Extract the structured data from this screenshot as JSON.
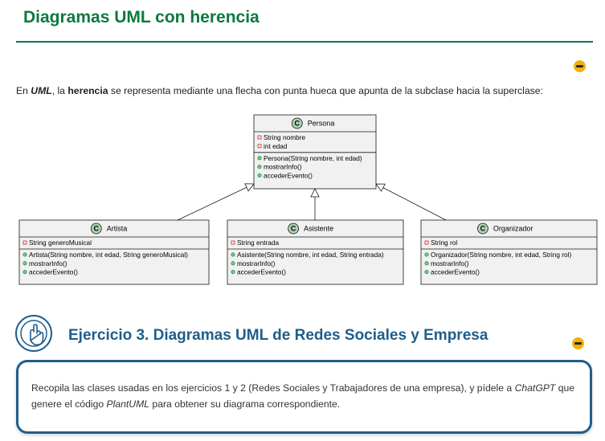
{
  "page": {
    "title": "Diagramas UML con herencia",
    "intro_prefix": "En ",
    "intro_uml": "UML",
    "intro_mid": ", la ",
    "intro_herencia": "herencia",
    "intro_suffix": " se representa mediante una flecha con punta hueca que apunta de la subclase hacia la superclase:"
  },
  "diagram": {
    "classes": [
      {
        "id": "persona",
        "stereotype": "C",
        "name": "Persona",
        "attributes": [
          "String nombre",
          "int edad"
        ],
        "methods": [
          "Persona(String nombre, int edad)",
          "mostrarInfo()",
          "accederEvento()"
        ]
      },
      {
        "id": "artista",
        "stereotype": "C",
        "name": "Artista",
        "attributes": [
          "String generoMusical"
        ],
        "methods": [
          "Artista(String nombre, int edad, String generoMusical)",
          "mostrarInfo()",
          "accederEvento()"
        ]
      },
      {
        "id": "asistente",
        "stereotype": "C",
        "name": "Asistente",
        "attributes": [
          "String entrada"
        ],
        "methods": [
          "Asistente(String nombre, int edad, String entrada)",
          "mostrarInfo()",
          "accederEvento()"
        ]
      },
      {
        "id": "organizador",
        "stereotype": "C",
        "name": "Organizador",
        "attributes": [
          "String rol"
        ],
        "methods": [
          "Organizador(String nombre, int edad, String rol)",
          "mostrarInfo()",
          "accederEvento()"
        ]
      }
    ],
    "inheritance": [
      {
        "from": "artista",
        "to": "persona"
      },
      {
        "from": "asistente",
        "to": "persona"
      },
      {
        "from": "organizador",
        "to": "persona"
      }
    ],
    "colors": {
      "class_fill": "#f1f1f1",
      "border": "#181818",
      "badge": "#add1b2",
      "private": "#c82930",
      "public": "#84be84"
    }
  },
  "exercise": {
    "title": "Ejercicio 3. Diagramas UML de Redes Sociales y Empresa",
    "icon": "pointing-hand-icon",
    "text_before": "Recopila las clases usadas en los ejercicios 1 y 2 (Redes Sociales y Trabajadores de una empresa), y pídele a ",
    "text_chatgpt": "ChatGPT",
    "text_middle": " que genere el código ",
    "text_plantuml": "PlantUML",
    "text_after": " para obtener su diagrama correspondiente."
  },
  "colors": {
    "heading_green": "#0b7a3e",
    "exercise_blue": "#1f5e8c",
    "toggle_yellow": "#f2b10a"
  }
}
